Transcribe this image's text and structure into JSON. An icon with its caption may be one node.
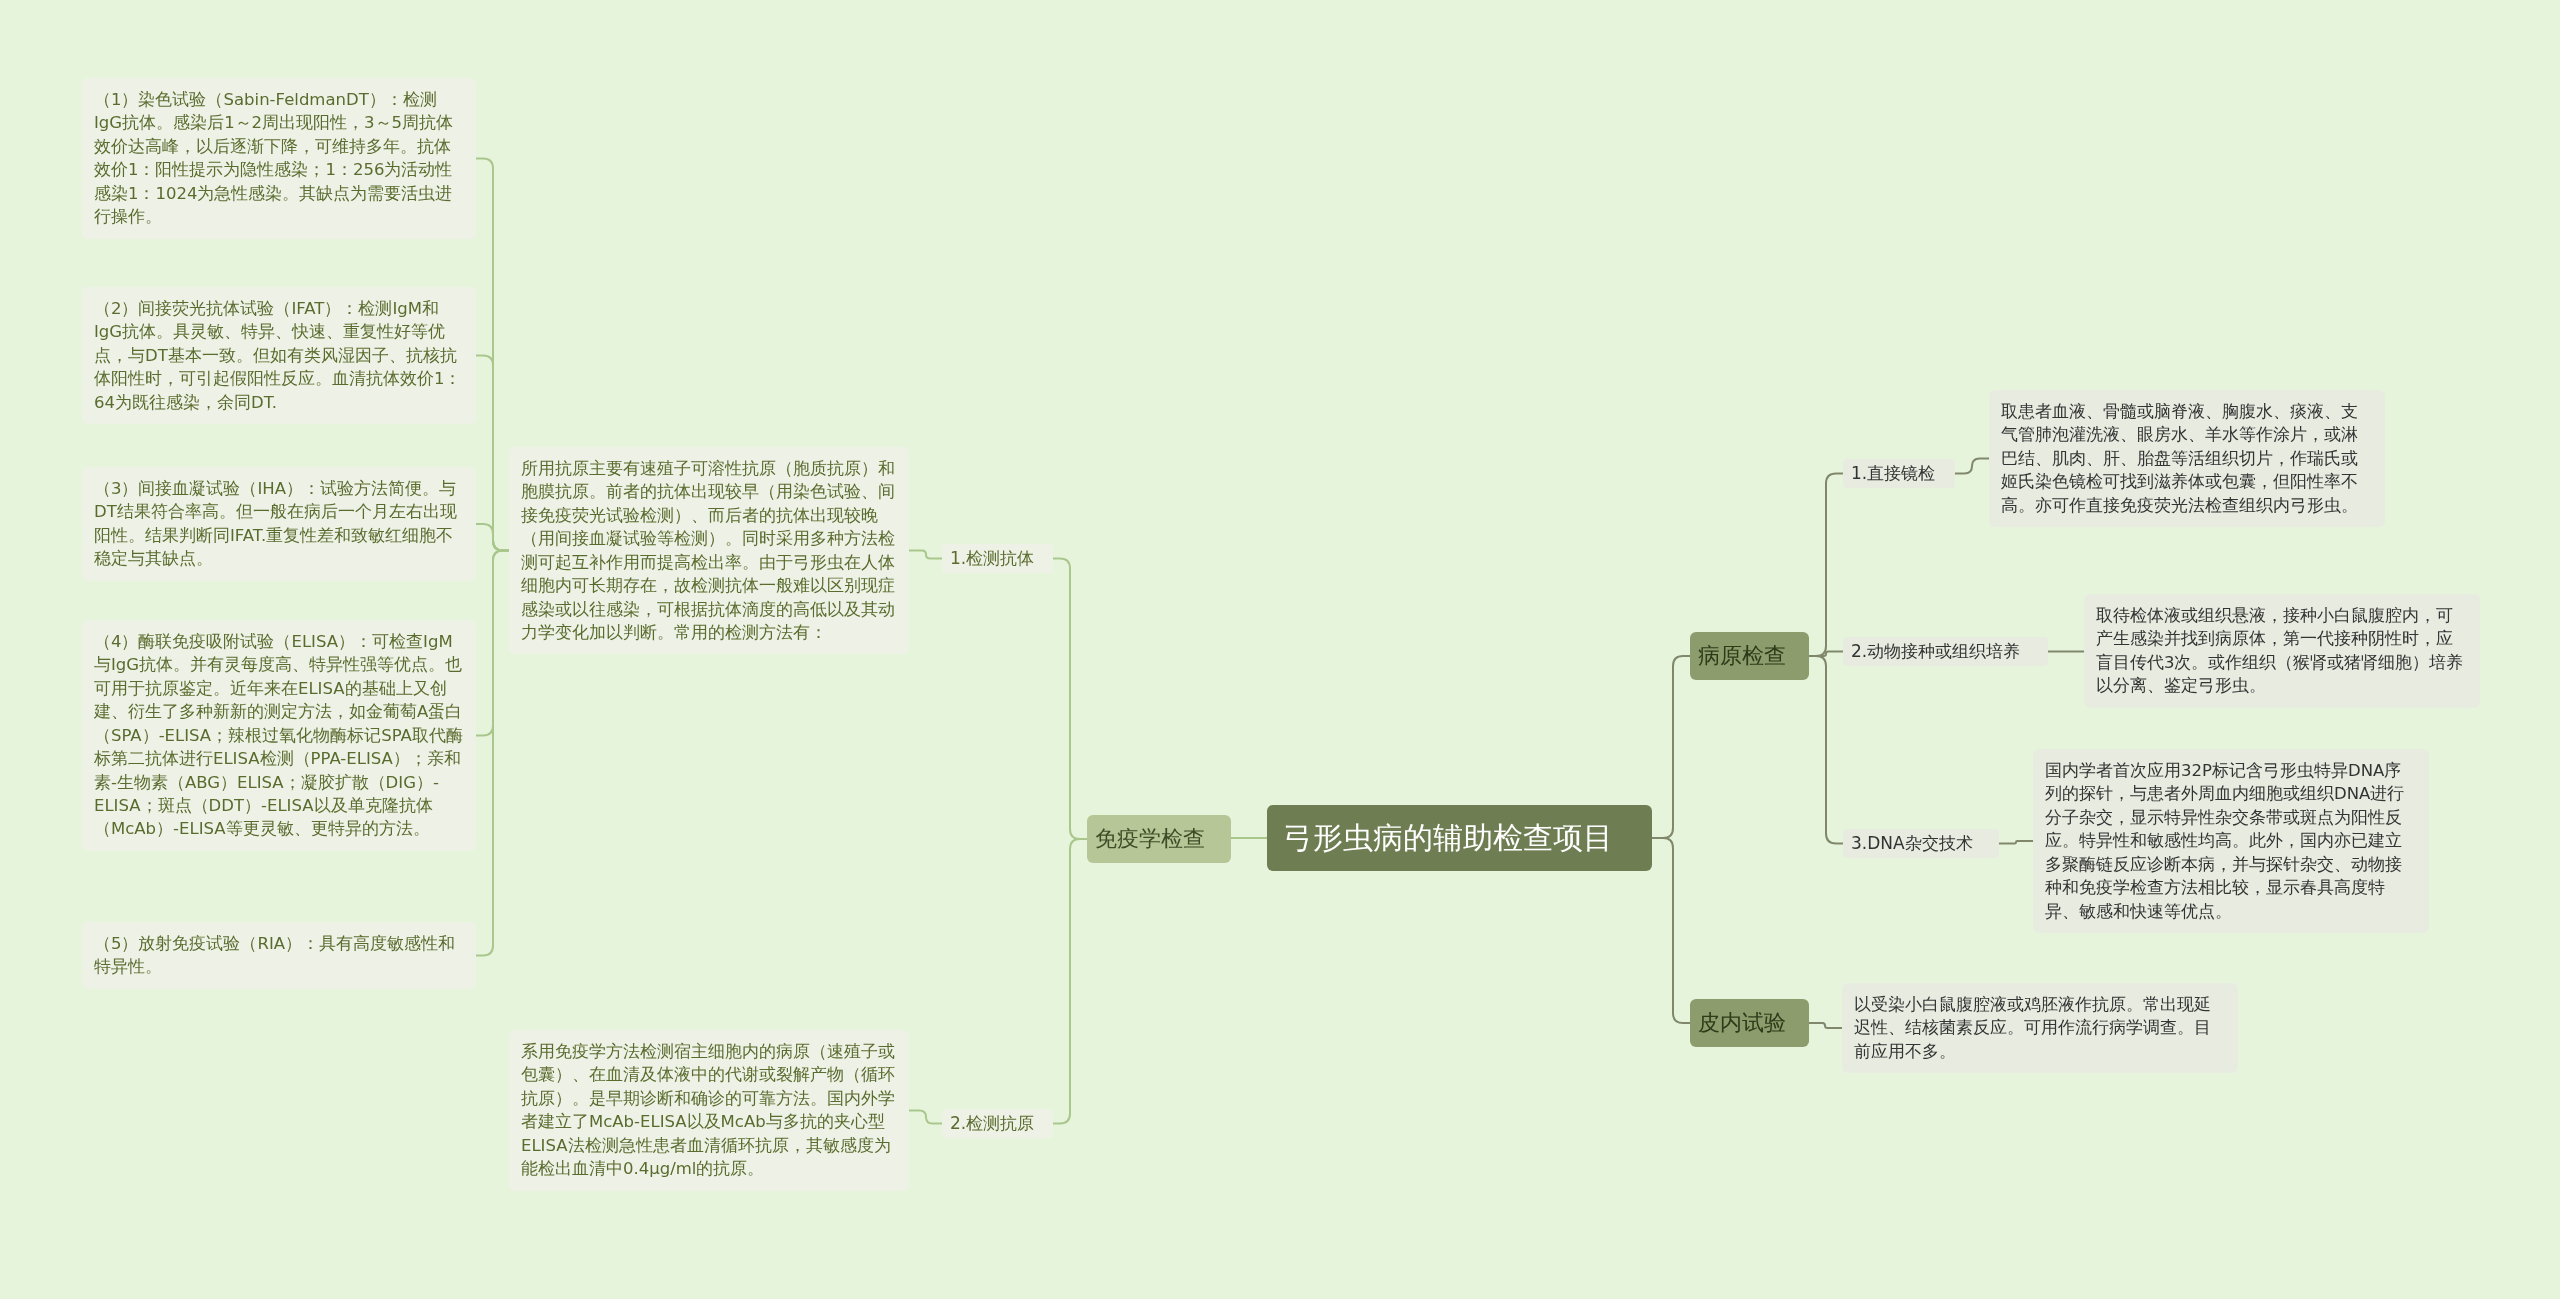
{
  "diagram": {
    "nodes": [
      {
        "text": [
          "弓形虫病的辅助检查项目"
        ]
      },
      {
        "text": [
          "免疫学检查"
        ]
      },
      {
        "text": [
          "1.检测抗体"
        ]
      },
      {
        "text": [
          "所用抗原主要有速殖子可溶性抗原（胞质抗原）和胞膜抗原。前者的抗体出现较早（用染色试验、间接免疫荧光试验检测）、而后者的抗体出现较晚（用间接血凝试验等检测）。同时采用多种方法检测可起互补作用而提高检出率。由于弓形虫在人体细胞内可长期存在，故检测抗体一般难以区别现症感染或以往感染，可根据抗体滴度的高低以及其动力学变化加以判断。常用的检测方法有："
        ]
      },
      {
        "text": [
          "（1）染色试验（Sabin-FeldmanDT）：检测IgG抗体。感染后1～2周出现阳性，3～5周抗体效价达高峰，以后逐渐下降，可维持多年。抗体效价1：阳性提示为隐性感染；1：256为活动性感染1：1024为急性感染。其缺点为需要活虫进行操作。"
        ]
      },
      {
        "text": [
          "（2）间接荧光抗体试验（IFAT）：检测IgM和IgG抗体。具灵敏、特异、快速、重复性好等优点，与DT基本一致。但如有类风湿因子、抗核抗体阳性时，可引起假阳性反应。血清抗体效价1：64为既往感染，余同DT."
        ]
      },
      {
        "text": [
          "（3）间接血凝试验（IHA）：试验方法简便。与DT结果符合率高。但一般在病后一个月左右出现阳性。结果判断同IFAT.重复性差和致敏红细胞不稳定与其缺点。"
        ]
      },
      {
        "text": [
          "（4）酶联免疫吸附试验（ELISA）：可检查IgM与IgG抗体。并有灵每度高、特异性强等优点。也可用于抗原鉴定。近年来在ELISA的基础上又创建、衍生了多种新新的测定方法，如金葡萄A蛋白（SPA）-ELISA；辣根过氧化物酶标记SPA取代酶标第二抗体进行ELISA检测（PPA-ELISA）；亲和素-生物素（ABG）ELISA；凝胶扩散（DIG）-ELISA；斑点（DDT）-ELISA以及单克隆抗体（McAb）-ELISA等更灵敏、更特异的方法。"
        ]
      },
      {
        "text": [
          "（5）放射免疫试验（RIA）：具有高度敏感性和特异性。"
        ]
      },
      {
        "text": [
          "2.检测抗原"
        ]
      },
      {
        "text": [
          "系用免疫学方法检测宿主细胞内的病原（速殖子或包囊）、在血清及体液中的代谢或裂解产物（循环抗原）。是早期诊断和确诊的可靠方法。国内外学者建立了McAb-ELISA以及McAb与多抗的夹心型ELISA法检测急性患者血清循环抗原，其敏感度为能检出血清中0.4μg/ml的抗原。"
        ]
      },
      {
        "text": [
          "病原检查"
        ]
      },
      {
        "text": [
          "1.直接镜检"
        ]
      },
      {
        "text": [
          "取患者血液、骨髓或脑脊液、胸腹水、痰液、支气管肺泡灌洗液、眼房水、羊水等作涂片，或淋巴结、肌肉、肝、胎盘等活组织切片，作瑞氏或姬氏染色镜检可找到滋养体或包囊，但阳性率不高。亦可作直接免疫荧光法检查组织内弓形虫。"
        ]
      },
      {
        "text": [
          "2.动物接种或组织培养"
        ]
      },
      {
        "text": [
          "取待检体液或组织悬液，接种小白鼠腹腔内，可产生感染并找到病原体，第一代接种阴性时，应盲目传代3次。或作组织（猴肾或猪肾细胞）培养以分离、鉴定弓形虫。"
        ]
      },
      {
        "text": [
          "3.DNA杂交技术"
        ]
      },
      {
        "text": [
          "国内学者首次应用32P标记含弓形虫特异DNA序列的探针，与患者外周血内细胞或组织DNA进行分子杂交，显示特异性杂交条带或斑点为阳性反应。特异性和敏感性均高。此外，国内亦已建立多聚酶链反应诊断本病，并与探针杂交、动物接种和免疫学检查方法相比较，显示春具高度特异、敏感和快速等优点。"
        ]
      },
      {
        "text": [
          "皮内试验"
        ]
      },
      {
        "text": [
          "以受染小白鼠腹腔液或鸡胚液作抗原。常出现延迟性、结核菌素反应。可用作流行病学调查。目前应用不多。"
        ]
      }
    ],
    "edges": [
      {
        "from": 0,
        "to": 1,
        "arrow": "none"
      },
      {
        "from": 1,
        "to": 2,
        "arrow": "none"
      },
      {
        "from": 2,
        "to": 3,
        "arrow": "none"
      },
      {
        "from": 3,
        "to": 4,
        "arrow": "none"
      },
      {
        "from": 3,
        "to": 5,
        "arrow": "none"
      },
      {
        "from": 3,
        "to": 6,
        "arrow": "none"
      },
      {
        "from": 3,
        "to": 7,
        "arrow": "none"
      },
      {
        "from": 3,
        "to": 8,
        "arrow": "none"
      },
      {
        "from": 1,
        "to": 9,
        "arrow": "none"
      },
      {
        "from": 9,
        "to": 10,
        "arrow": "none"
      },
      {
        "from": 0,
        "to": 11,
        "arrow": "none"
      },
      {
        "from": 11,
        "to": 12,
        "arrow": "none"
      },
      {
        "from": 12,
        "to": 13,
        "arrow": "none"
      },
      {
        "from": 11,
        "to": 14,
        "arrow": "none"
      },
      {
        "from": 14,
        "to": 15,
        "arrow": "none"
      },
      {
        "from": 11,
        "to": 16,
        "arrow": "none"
      },
      {
        "from": 16,
        "to": 17,
        "arrow": "none"
      },
      {
        "from": 0,
        "to": 18,
        "arrow": "none"
      },
      {
        "from": 18,
        "to": 19,
        "arrow": "none"
      }
    ]
  }
}
